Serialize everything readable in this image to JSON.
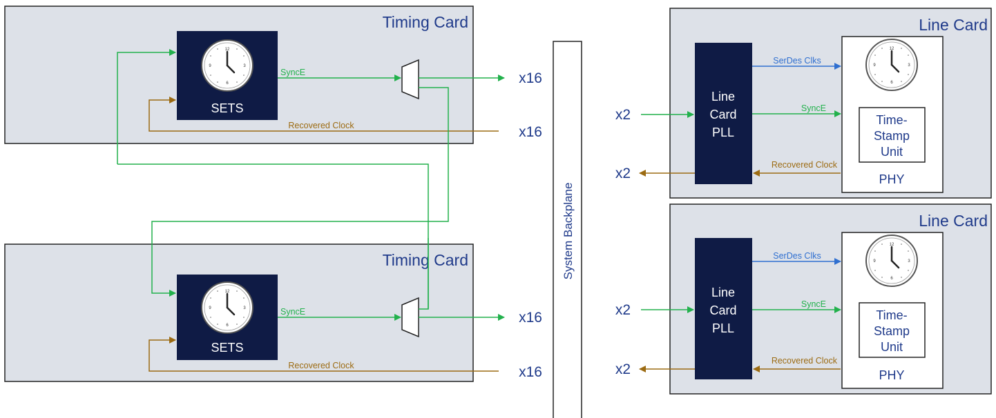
{
  "colors": {
    "card_fill": "#dde1e8",
    "card_border": "#222222",
    "block_fill": "#0f1b45",
    "text_blue": "#1f3a8a",
    "sync_green": "#22b14c",
    "recovered_brown": "#9c6b12",
    "serdes_blue": "#2f6fd0"
  },
  "timing_cards": [
    {
      "title": "Timing Card",
      "block_label": "SETS",
      "synce_label": "SyncE",
      "recovered_label": "Recovered Clock",
      "out_count": "x16",
      "in_count": "x16"
    },
    {
      "title": "Timing Card",
      "block_label": "SETS",
      "synce_label": "SyncE",
      "recovered_label": "Recovered Clock",
      "out_count": "x16",
      "in_count": "x16"
    }
  ],
  "backplane": {
    "label": "System Backplane"
  },
  "line_cards": [
    {
      "title": "Line Card",
      "pll_label": [
        "Line",
        "Card",
        "PLL"
      ],
      "serdes_label": "SerDes Clks",
      "synce_label": "SyncE",
      "recovered_label": "Recovered Clock",
      "tsu_label": [
        "Time-",
        "Stamp",
        "Unit"
      ],
      "phy_label": "PHY",
      "in_count": "x2",
      "out_count": "x2"
    },
    {
      "title": "Line Card",
      "pll_label": [
        "Line",
        "Card",
        "PLL"
      ],
      "serdes_label": "SerDes Clks",
      "synce_label": "SyncE",
      "recovered_label": "Recovered Clock",
      "tsu_label": [
        "Time-",
        "Stamp",
        "Unit"
      ],
      "phy_label": "PHY",
      "in_count": "x2",
      "out_count": "x2"
    }
  ],
  "icons": {
    "clock": "clock-icon",
    "mux": "multiplexer-icon",
    "arrow": "arrowhead-icon"
  }
}
